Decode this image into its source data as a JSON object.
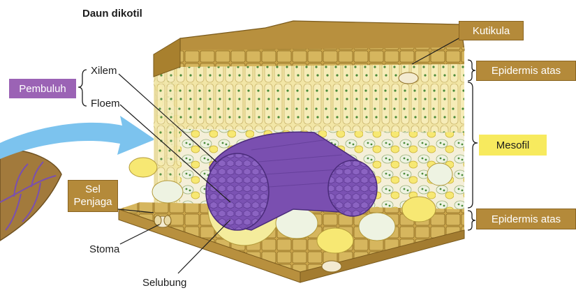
{
  "title": "Daun dikotil",
  "labels": {
    "kutikula": "Kutikula",
    "epidermis_atas": "Epidermis atas",
    "mesofil": "Mesofil",
    "epidermis_bawah": "Epidermis atas",
    "pembuluh": "Pembuluh",
    "xilem": "Xilem",
    "floem": "Floem",
    "sel_penjaga_1": "Sel",
    "sel_penjaga_2": "Penjaga",
    "stoma": "Stoma",
    "selubung": "Selubung"
  },
  "colors": {
    "label_box_brown": "#b48a3a",
    "label_box_purple": "#9b63b5",
    "label_box_yellow": "#f7ea5e",
    "vascular_bundle": "#7a4fb0",
    "arrow": "#7cc3ee",
    "leaf": "#a27a3c"
  }
}
